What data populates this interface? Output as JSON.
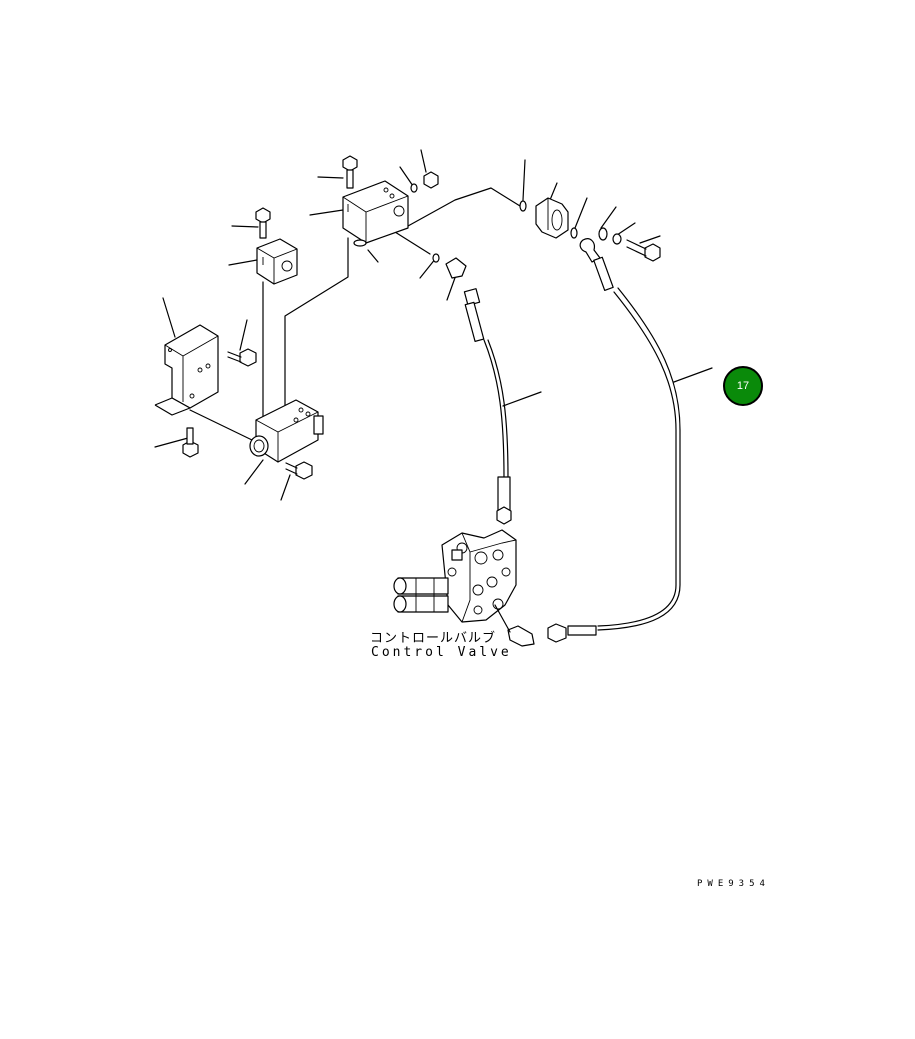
{
  "diagram": {
    "component_label_jp": "コントロールバルブ",
    "component_label_en": "Control Valve",
    "drawing_code": "PWE9354",
    "callout": {
      "number": "17",
      "color": "#0a8a0a"
    }
  }
}
